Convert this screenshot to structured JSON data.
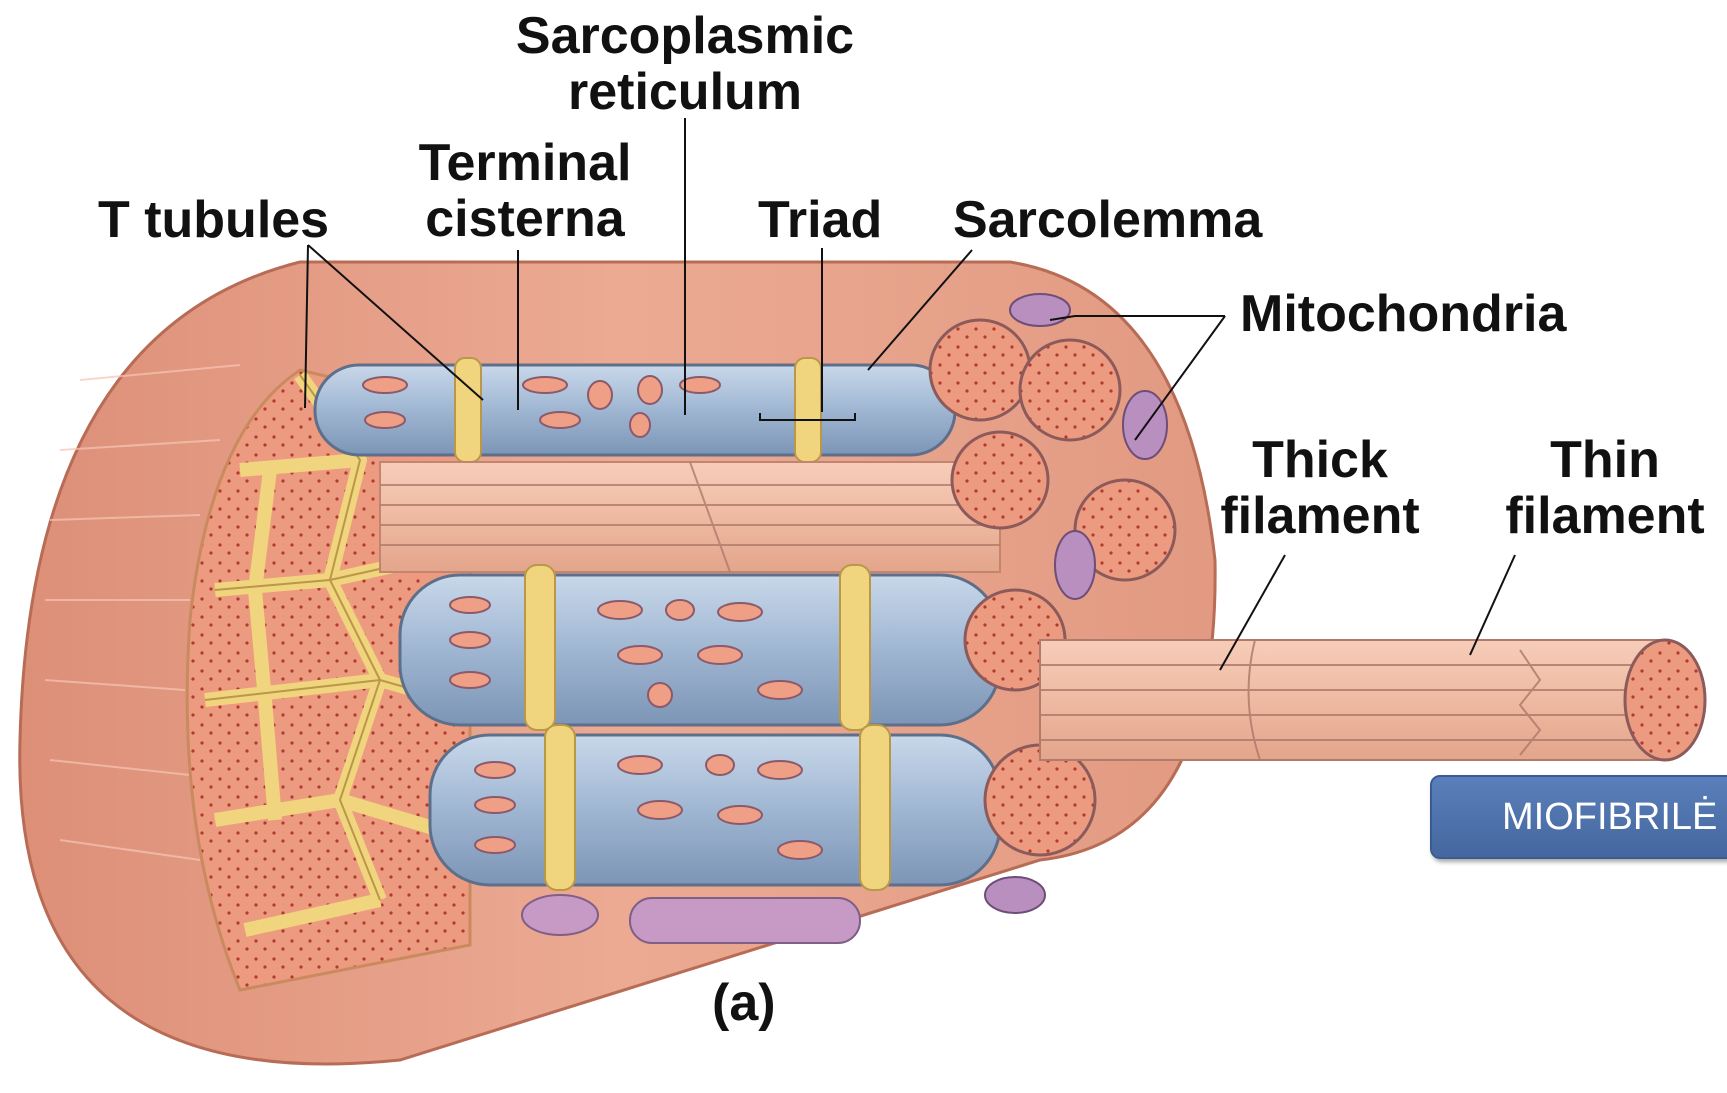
{
  "labels": {
    "sarcoplasmic_reticulum_line1": "Sarcoplasmic",
    "sarcoplasmic_reticulum_line2": "reticulum",
    "terminal_cisterna_line1": "Terminal",
    "terminal_cisterna_line2": "cisterna",
    "t_tubules": "T tubules",
    "triad": "Triad",
    "sarcolemma": "Sarcolemma",
    "mitochondria": "Mitochondria",
    "thick_filament_line1": "Thick",
    "thick_filament_line2": "filament",
    "thin_filament_line1": "Thin",
    "thin_filament_line2": "filament",
    "panel": "(a)"
  },
  "badge": {
    "text": "MIOFIBRILĖ"
  },
  "colors": {
    "muscle": "#e9a38a",
    "muscle_dark": "#cf7e66",
    "reticulum": "#a9bfd8",
    "t_tubule": "#f2dc8a",
    "mitochondria": "#b98fbf",
    "badge": "#4f73ad"
  }
}
